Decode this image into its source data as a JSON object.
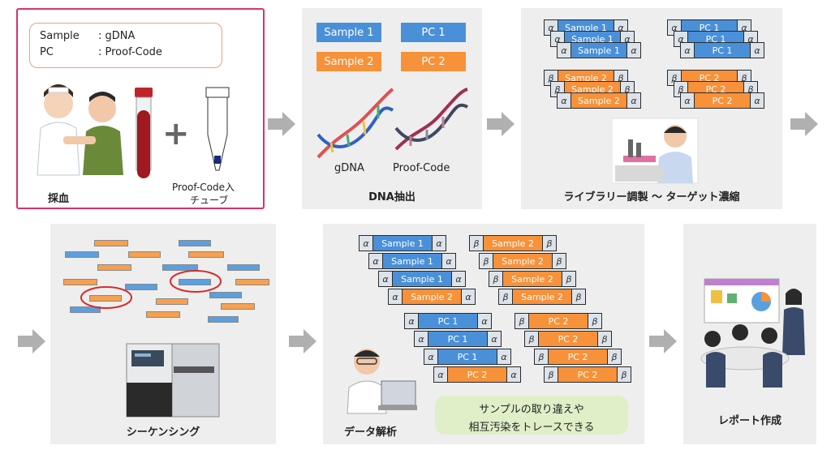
{
  "steps": {
    "collection": {
      "label": "採血",
      "info": {
        "sample_key": "Sample",
        "sample_val": ": gDNA",
        "pc_key": "PC",
        "pc_val": ": Proof-Code"
      },
      "plus": "+",
      "tube_label_1": "Proof-Code入",
      "tube_label_2": "チューブ"
    },
    "extraction": {
      "label": "DNA抽出",
      "chips": {
        "s1": "Sample 1",
        "pc1": "PC 1",
        "s2": "Sample 2",
        "pc2": "PC 2"
      },
      "gdna": "gDNA",
      "proof": "Proof-Code"
    },
    "library": {
      "label": "ライブラリー調製 ～ ターゲット濃縮",
      "s1": "Sample 1",
      "pc1": "PC 1",
      "s2": "Sample 2",
      "pc2": "PC 2",
      "alpha": "α",
      "beta": "β"
    },
    "sequencing": {
      "label": "シーケンシング"
    },
    "analysis": {
      "label": "データ解析",
      "s1": "Sample 1",
      "s2": "Sample 2",
      "pc1": "PC 1",
      "pc2": "PC 2",
      "alpha": "α",
      "beta": "β",
      "note_1": "サンプルの取り違えや",
      "note_2": "相互汚染をトレースできる"
    },
    "report": {
      "label": "レポート作成"
    }
  },
  "colors": {
    "blue": "#4a90d9",
    "orange": "#f7913a",
    "highlight": "#d6336c",
    "note": "#dff0c8"
  }
}
